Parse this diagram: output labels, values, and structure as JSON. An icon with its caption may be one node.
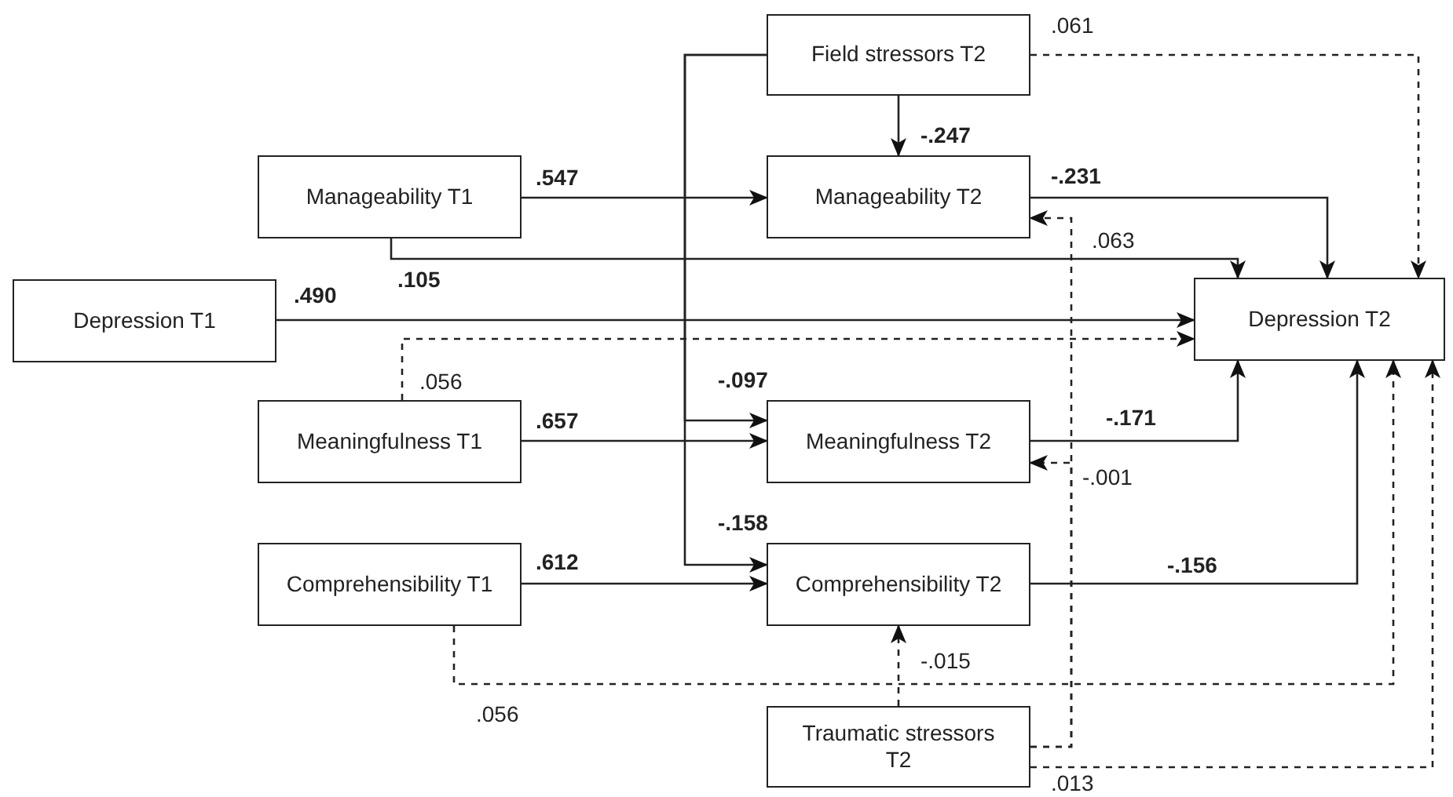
{
  "diagram": {
    "nodes": [
      {
        "text": [
          "Field stressors T2"
        ]
      },
      {
        "text": [
          "Manageability T1"
        ]
      },
      {
        "text": [
          "Manageability T2"
        ]
      },
      {
        "text": [
          "Depression T1"
        ]
      },
      {
        "text": [
          "Depression T2"
        ]
      },
      {
        "text": [
          "Meaningfulness T1"
        ]
      },
      {
        "text": [
          "Meaningfulness T2"
        ]
      },
      {
        "text": [
          "Comprehensibility T1"
        ]
      },
      {
        "text": [
          "Comprehensibility T2"
        ]
      },
      {
        "text": [
          "Traumatic stressors T2"
        ]
      }
    ],
    "edges": [
      {
        "from": 0,
        "to": 2,
        "arrow": "to",
        "label": "-.247"
      },
      {
        "from": 0,
        "to": 6,
        "arrow": "to",
        "label": "-.097"
      },
      {
        "from": 0,
        "to": 8,
        "arrow": "to",
        "label": "-.158"
      },
      {
        "from": 0,
        "to": 4,
        "arrow": "to",
        "label": ".061",
        "style": "dashed"
      },
      {
        "from": 1,
        "to": 2,
        "arrow": "to",
        "label": ".547"
      },
      {
        "from": 1,
        "to": 4,
        "arrow": "to",
        "label": ".105"
      },
      {
        "from": 2,
        "to": 4,
        "arrow": "to",
        "label": "-.231"
      },
      {
        "from": 3,
        "to": 4,
        "arrow": "to",
        "label": ".490"
      },
      {
        "from": 5,
        "to": 4,
        "arrow": "to",
        "label": ".056",
        "style": "dashed"
      },
      {
        "from": 5,
        "to": 6,
        "arrow": "to",
        "label": ".657"
      },
      {
        "from": 6,
        "to": 4,
        "arrow": "to",
        "label": "-.171"
      },
      {
        "from": 7,
        "to": 8,
        "arrow": "to",
        "label": ".612"
      },
      {
        "from": 8,
        "to": 4,
        "arrow": "to",
        "label": "-.156"
      },
      {
        "from": 7,
        "to": 4,
        "arrow": "to",
        "label": ".056",
        "style": "dashed"
      },
      {
        "from": 9,
        "to": 8,
        "arrow": "to",
        "label": "-.015",
        "style": "dashed"
      },
      {
        "from": 9,
        "to": 2,
        "arrow": "to",
        "label": ".063",
        "style": "dashed"
      },
      {
        "from": 9,
        "to": 6,
        "arrow": "to",
        "label": "-.001",
        "style": "dashed"
      },
      {
        "from": 9,
        "to": 4,
        "arrow": "to",
        "label": ".013",
        "style": "dashed"
      }
    ]
  }
}
